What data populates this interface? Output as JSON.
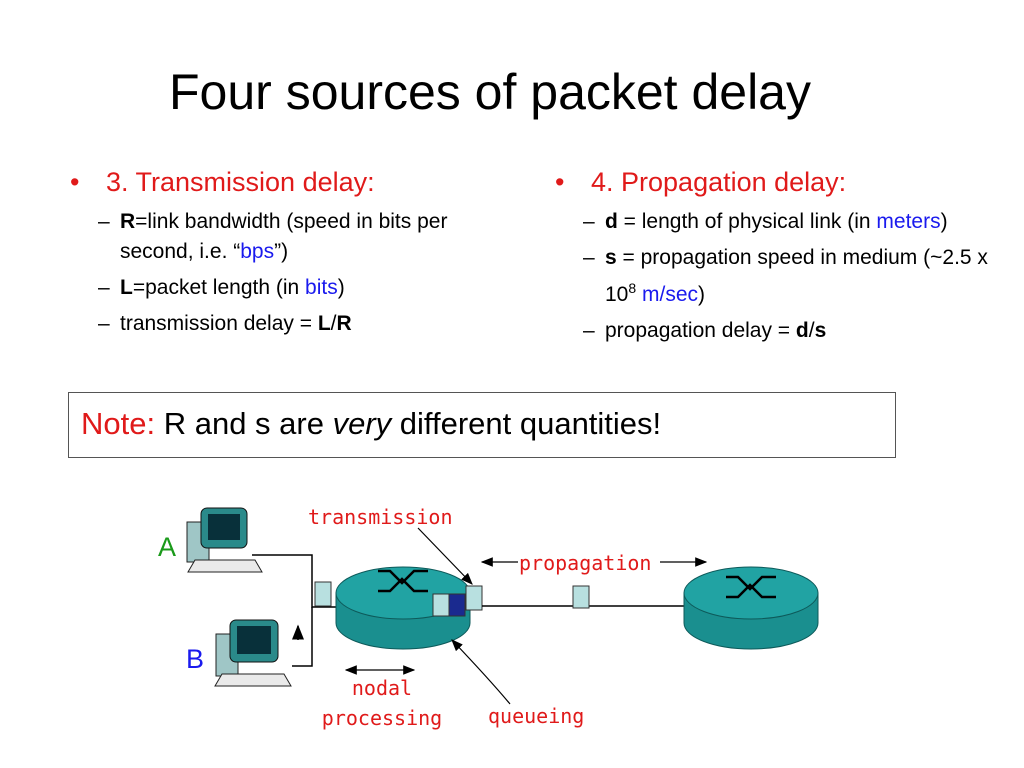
{
  "title": "Four sources of packet delay",
  "left": {
    "bullet": "•",
    "heading": "3. Transmission delay:",
    "dash": "–",
    "items": [
      {
        "bold": "R",
        "text": "=link bandwidth (speed in bits per second, i.e. “",
        "highlight": "bps",
        "suffix": "”)"
      },
      {
        "bold": "L",
        "text": "=packet length (in ",
        "highlight": "bits",
        "suffix": ")"
      },
      {
        "text": "transmission delay = ",
        "bold_a": "L",
        "slash": "/",
        "bold_b": "R"
      }
    ]
  },
  "right": {
    "bullet": "•",
    "heading": "4. Propagation delay:",
    "dash": "–",
    "items": [
      {
        "bold": "d",
        "text": " = length of physical link (in ",
        "highlight": "meters",
        "suffix": ")"
      },
      {
        "bold": "s",
        "text": " = propagation speed in medium (~2.5 x 10",
        "sup": "8",
        "space": " ",
        "highlight": "m/sec",
        "suffix": ")"
      },
      {
        "text": "propagation delay = ",
        "bold_a": "d",
        "slash": "/",
        "bold_b": "s"
      }
    ]
  },
  "note": {
    "label": "Note:",
    "text_a": " R and s are ",
    "emph": "very",
    "text_b": " different quantities!"
  },
  "diagram": {
    "host_a": "A",
    "host_b": "B",
    "transmission": "transmission",
    "propagation": "propagation",
    "nodal": "nodal",
    "processing": "processing",
    "queueing": "queueing"
  },
  "colors": {
    "red": "#e01a1a",
    "blue": "#1a1aee",
    "router": "#1a8f8f",
    "packet": "#b8e0e0"
  }
}
